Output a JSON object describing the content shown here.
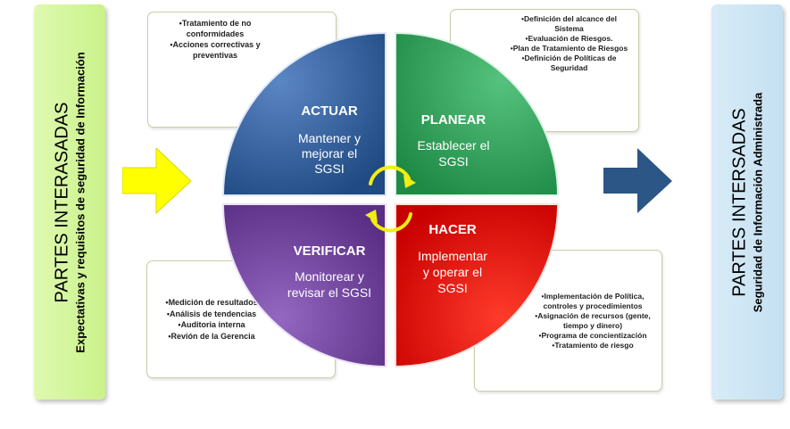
{
  "left_panel": {
    "title": "PARTES INTERASADAS",
    "subtitle": "Expectativas y requisitos de seguridad de Información"
  },
  "right_panel": {
    "title": "PARTES INTERSADAS",
    "subtitle": "Seguridad de Información Administrada"
  },
  "quadrants": {
    "actuar": {
      "title": "ACTUAR",
      "line1": "Mantener y",
      "line2": "mejorar el",
      "line3": "SGSI",
      "color": "#2e5a94"
    },
    "planear": {
      "title": "PLANEAR",
      "line1": "Establecer el",
      "line2": "SGSI",
      "color": "#2e9c55"
    },
    "verificar": {
      "title": "VERIFICAR",
      "line1": "Monitorear y",
      "line2": "revisar el SGSI",
      "color": "#6d3f97"
    },
    "hacer": {
      "title": "HACER",
      "line1": "Implementar",
      "line2": "y operar el",
      "line3": "SGSI",
      "color": "#dd1111"
    }
  },
  "boxes": {
    "actuar_items": [
      "Tratamiento de no conformidades",
      "Acciones correctivas y preventivas"
    ],
    "planear_items": [
      "Definición del alcance del Sistema",
      "Evaluación de Riesgos.",
      "Plan de Tratamiento de Riesgos",
      "Definición de Políticas de Seguridad"
    ],
    "verificar_items": [
      "Medición de resultados",
      "Análisis de tendencias",
      "Auditoria interna",
      "Revión de la Gerencia"
    ],
    "hacer_items": [
      "Implementación de Política, controles y procedimientos",
      "Asignación de recursos (gente, tiempo y dinero)",
      "Programa de concientización",
      "Tratamiento de riesgo"
    ]
  },
  "colors": {
    "input_arrow": "#ffff00",
    "output_arrow": "#2b5685",
    "cycle_arrows": "#f2ee10"
  }
}
